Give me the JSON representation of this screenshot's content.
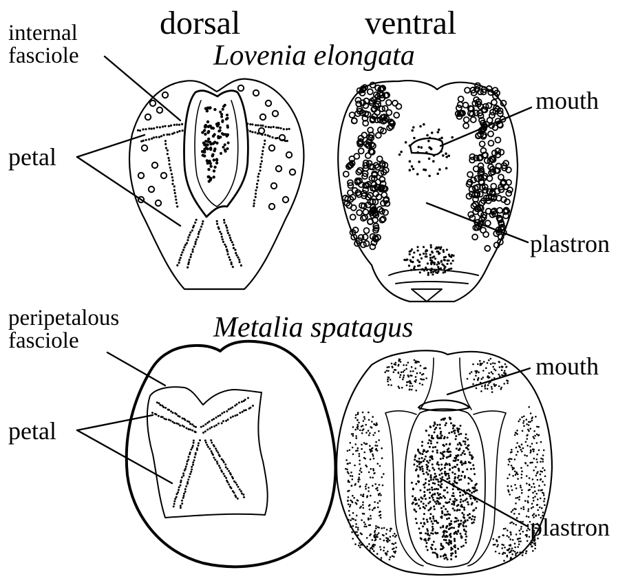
{
  "headers": {
    "dorsal": "dorsal",
    "ventral": "ventral"
  },
  "species": {
    "top": "Lovenia elongata",
    "bottom": "Metalia spatagus"
  },
  "labels": {
    "internal_fasciole": "internal\nfasciole",
    "petal_top": "petal",
    "mouth_top": "mouth",
    "plastron_top": "plastron",
    "peripetalous_fasciole": "peripetalous\nfasciole",
    "petal_bottom": "petal",
    "mouth_bottom": "mouth",
    "plastron_bottom": "plastron"
  },
  "colors": {
    "ink": "#000000",
    "paper": "#ffffff"
  }
}
